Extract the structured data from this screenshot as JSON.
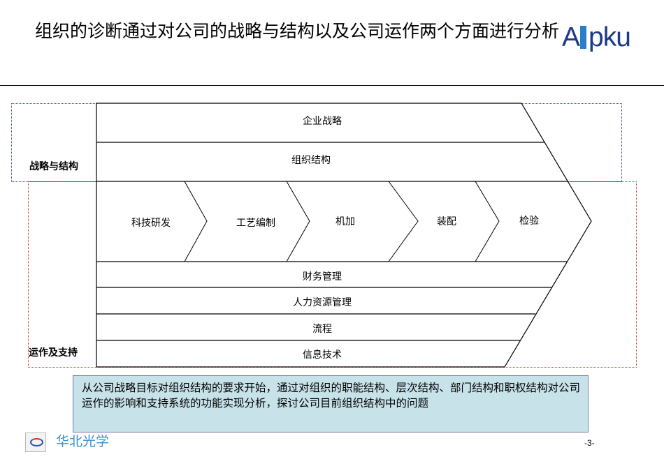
{
  "title": "组织的诊断通过对公司的战略与结构以及公司运作两个方面进行分析",
  "logo": {
    "text_left": "A",
    "text_right": "pku"
  },
  "strategy_section": {
    "label": "战略与结构",
    "rows": [
      "企业战略",
      "组织结构"
    ]
  },
  "operations_section": {
    "label": "运作及支持",
    "value_chain": [
      "科技研发",
      "工艺编制",
      "机加",
      "装配",
      "检验"
    ],
    "support_rows": [
      "财务管理",
      "人力资源管理",
      "流程",
      "信息技术"
    ]
  },
  "note": "从公司战略目标对组织结构的要求开始，通过对组织的职能结构、层次结构、部门结构和职权结构对公司运作的影响和支持系统的功能实现分析，探讨公司目前组织结构中的问题",
  "footer": {
    "company": "华北光学",
    "page": "-3-"
  },
  "colors": {
    "logo_blue": "#1c3a8a",
    "blue_dotted_border": "#2a3ea8",
    "red_dotted_border": "#c83030",
    "note_background": "#c8e2e9",
    "company_text": "#3a8fd0"
  }
}
